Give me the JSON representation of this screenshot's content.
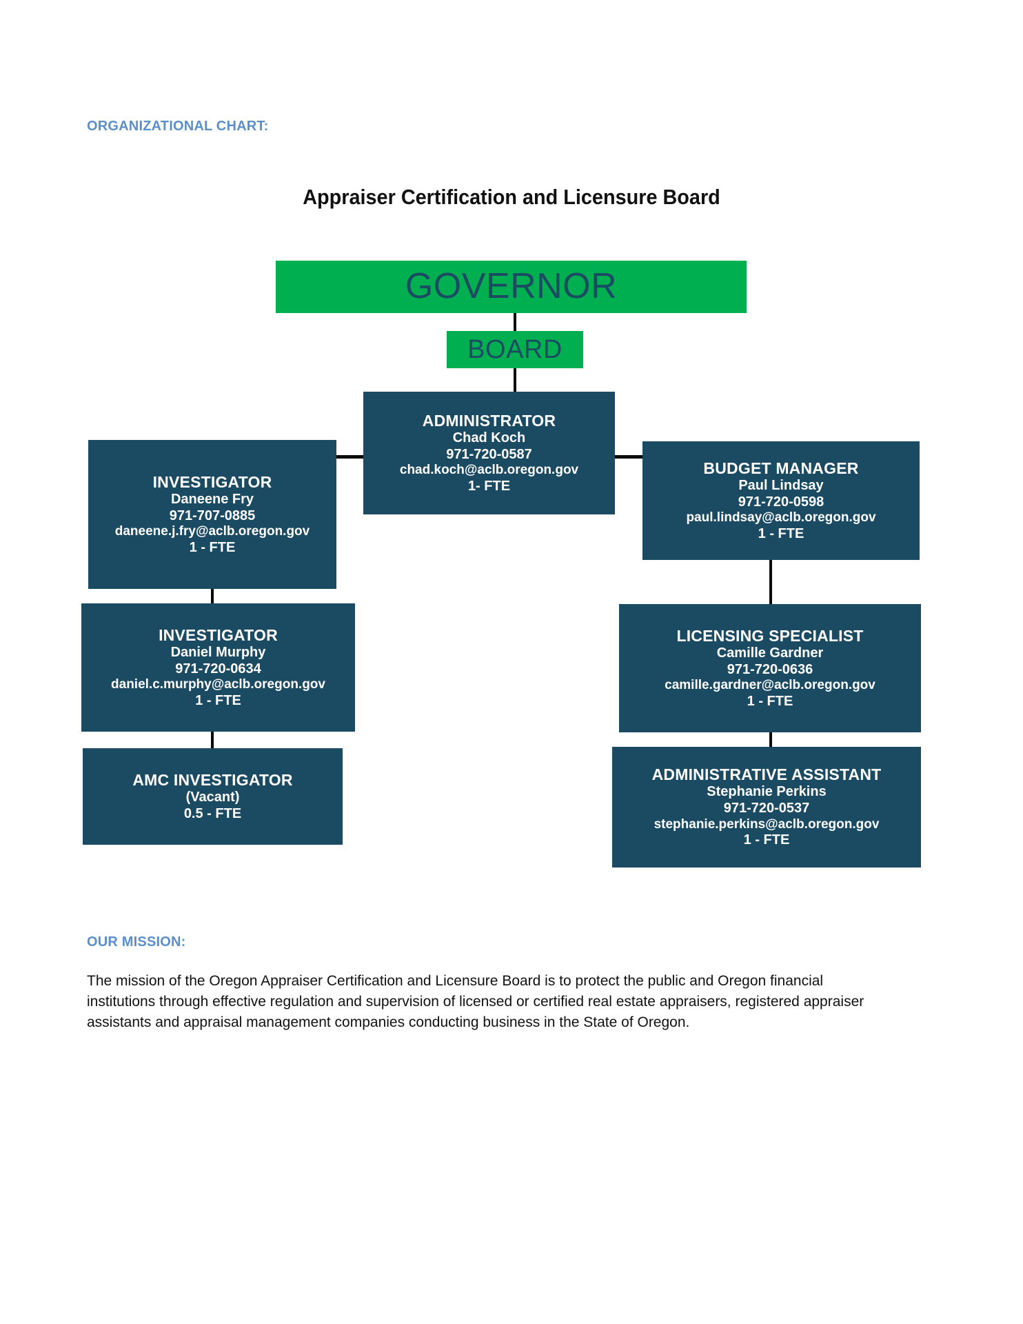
{
  "page": {
    "org_chart_heading": "ORGANIZATIONAL CHART:",
    "mission_heading": "OUR MISSION:",
    "mission_body": "The mission of the Oregon Appraiser Certification and Licensure Board is to protect the public and Oregon financial institutions through effective regulation and supervision of licensed or certified real estate appraisers, registered appraiser assistants and appraisal management companies conducting business in the State of Oregon."
  },
  "chart": {
    "title": "Appraiser Certification and Licensure Board",
    "colors": {
      "green": "#00B050",
      "navy": "#1B4A63",
      "heading_blue": "#5B8FC9",
      "connector": "#0A0A0A",
      "box_text": "#FFFFFF"
    },
    "nodes": {
      "governor": {
        "role": "GOVERNOR"
      },
      "board": {
        "role": "BOARD"
      },
      "administrator": {
        "role": "ADMINISTRATOR",
        "person": "Chad Koch",
        "phone": "971-720-0587",
        "email": "chad.koch@aclb.oregon.gov",
        "fte": "1- FTE"
      },
      "investigator_1": {
        "role": "INVESTIGATOR",
        "person": "Daneene Fry",
        "phone": "971-707-0885",
        "email": "daneene.j.fry@aclb.oregon.gov",
        "fte": "1 - FTE"
      },
      "budget_manager": {
        "role": "BUDGET MANAGER",
        "person": "Paul Lindsay",
        "phone": "971-720-0598",
        "email": "paul.lindsay@aclb.oregon.gov",
        "fte": "1 - FTE"
      },
      "investigator_2": {
        "role": "INVESTIGATOR",
        "person": "Daniel Murphy",
        "phone": "971-720-0634",
        "email": "daniel.c.murphy@aclb.oregon.gov",
        "fte": "1 - FTE"
      },
      "licensing_specialist": {
        "role": "LICENSING SPECIALIST",
        "person": "Camille Gardner",
        "phone": "971-720-0636",
        "email": "camille.gardner@aclb.oregon.gov",
        "fte": "1 - FTE"
      },
      "amc_investigator": {
        "role": "AMC INVESTIGATOR",
        "person": "(Vacant)",
        "fte": "0.5 - FTE"
      },
      "administrative_assistant": {
        "role": "ADMINISTRATIVE ASSISTANT",
        "person": "Stephanie Perkins",
        "phone": "971-720-0537",
        "email": "stephanie.perkins@aclb.oregon.gov",
        "fte": "1 - FTE"
      }
    }
  }
}
